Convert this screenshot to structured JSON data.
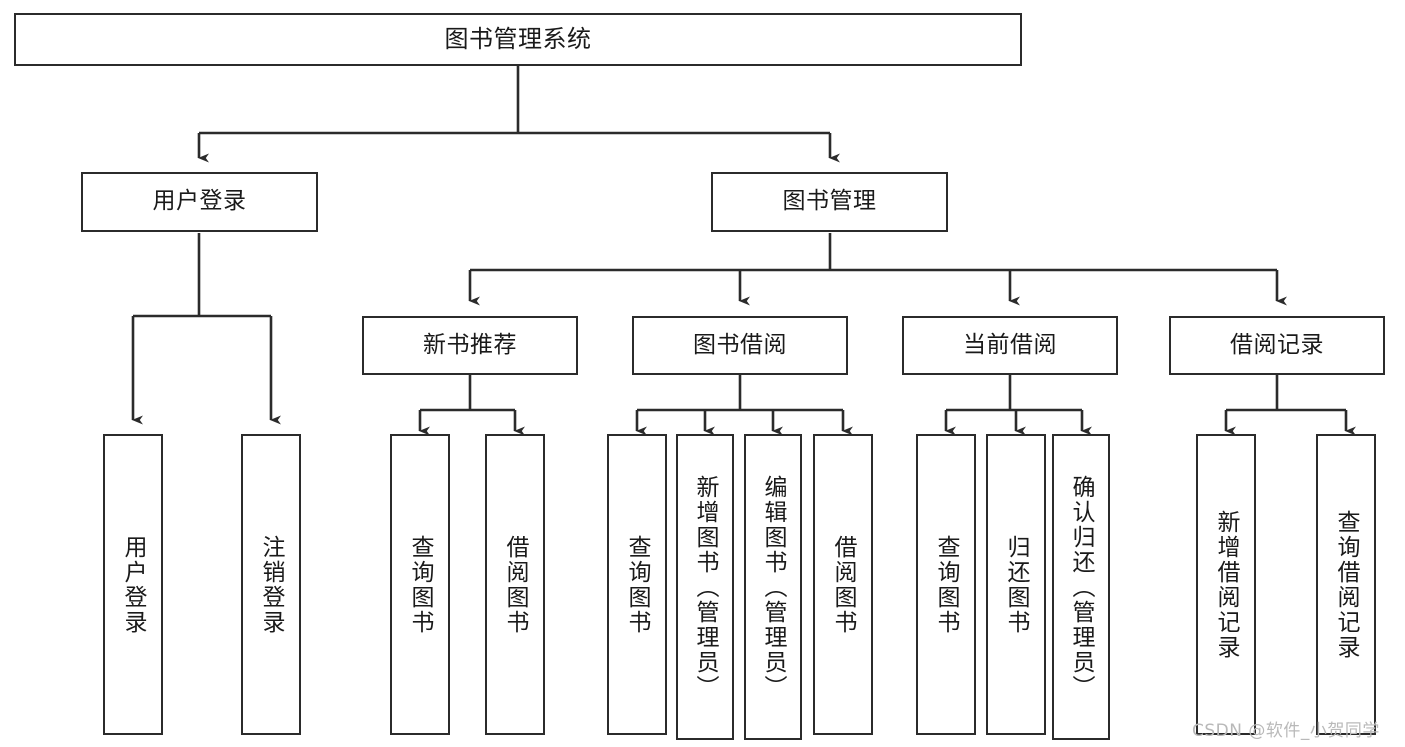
{
  "diagram": {
    "title": "图书管理系统",
    "type": "tree-hierarchy",
    "watermark": "CSDN @软件_小贺同学",
    "colors": {
      "stroke": "#2b2b2b",
      "fill": "#ffffff",
      "text": "#1a1a1a",
      "watermark": "#b9b9b9"
    },
    "levels": {
      "root": {
        "label": "图书管理系统"
      },
      "level2": [
        {
          "label": "用户登录"
        },
        {
          "label": "图书管理"
        }
      ],
      "level3": [
        {
          "label": "新书推荐"
        },
        {
          "label": "图书借阅"
        },
        {
          "label": "当前借阅"
        },
        {
          "label": "借阅记录"
        }
      ],
      "leaves": {
        "user_login": [
          {
            "label": "用户登录"
          },
          {
            "label": "注销登录"
          }
        ],
        "new_book_recommend": [
          {
            "label": "查询图书"
          },
          {
            "label": "借阅图书"
          }
        ],
        "book_borrow": [
          {
            "label": "查询图书"
          },
          {
            "label": "新增图书（管理员）"
          },
          {
            "label": "编辑图书（管理员）"
          },
          {
            "label": "借阅图书"
          }
        ],
        "current_borrow": [
          {
            "label": "查询图书"
          },
          {
            "label": "归还图书"
          },
          {
            "label": "确认归还（管理员）"
          }
        ],
        "borrow_records": [
          {
            "label": "新增借阅记录"
          },
          {
            "label": "查询借阅记录"
          }
        ]
      }
    }
  }
}
